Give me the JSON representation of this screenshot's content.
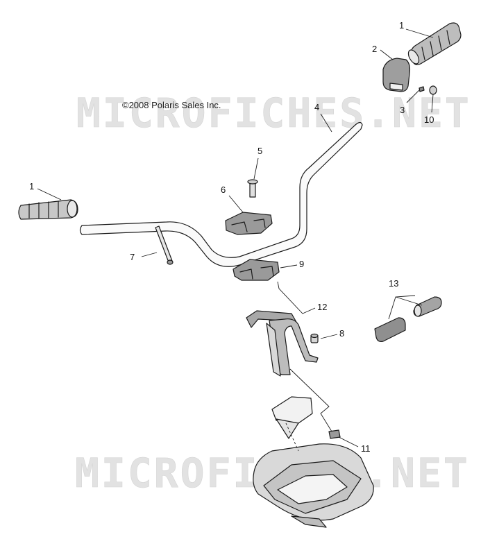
{
  "copyright": "©2008 Polaris Sales Inc.",
  "watermark": "MICROFICHES.NET",
  "callouts": [
    {
      "id": "1a",
      "label": "1",
      "part": "grip-right"
    },
    {
      "id": "2",
      "label": "2",
      "part": "throttle-cover"
    },
    {
      "id": "3",
      "label": "3",
      "part": "screw"
    },
    {
      "id": "10",
      "label": "10",
      "part": "nut"
    },
    {
      "id": "4",
      "label": "4",
      "part": "handlebar"
    },
    {
      "id": "5",
      "label": "5",
      "part": "bolt"
    },
    {
      "id": "6",
      "label": "6",
      "part": "upper-clamp"
    },
    {
      "id": "1b",
      "label": "1",
      "part": "grip-left"
    },
    {
      "id": "7",
      "label": "7",
      "part": "rod"
    },
    {
      "id": "9",
      "label": "9",
      "part": "lower-clamp"
    },
    {
      "id": "12",
      "label": "12",
      "part": "mount-bracket"
    },
    {
      "id": "13",
      "label": "13",
      "part": "heated-grip-elements"
    },
    {
      "id": "8",
      "label": "8",
      "part": "bolt-small"
    },
    {
      "id": "11",
      "label": "11",
      "part": "flange-nut"
    }
  ],
  "colors": {
    "line": "#1a1a1a",
    "part_fill": "#f4f4f4",
    "shade": "#bdbdbd",
    "watermark": "#e2e2e2"
  }
}
